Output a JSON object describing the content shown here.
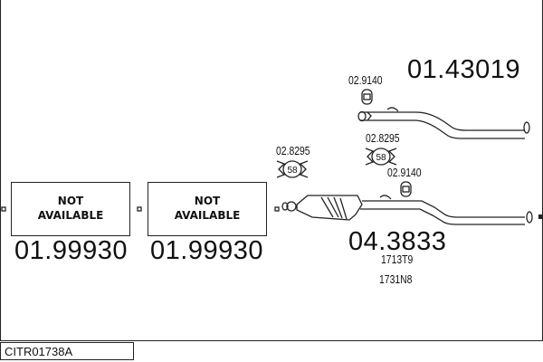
{
  "diagram_code": "CITR01738A",
  "parts": [
    {
      "id": "not-available-1",
      "label_line1": "NOT",
      "label_line2": "AVAILABLE",
      "part_number": "01.99930"
    },
    {
      "id": "not-available-2",
      "label_line1": "NOT",
      "label_line2": "AVAILABLE",
      "part_number": "01.99930"
    },
    {
      "id": "front-pipe",
      "part_number": "01.43019"
    },
    {
      "id": "catalytic-converter",
      "part_number": "04.3833",
      "refs": [
        "1713T9",
        "1731N8"
      ]
    }
  ],
  "accessories": [
    {
      "part_number": "02.9140",
      "badge": ""
    },
    {
      "part_number": "02.8295",
      "badge": "58"
    },
    {
      "part_number": "02.8295",
      "badge": "58"
    },
    {
      "part_number": "02.9140",
      "badge": ""
    }
  ]
}
